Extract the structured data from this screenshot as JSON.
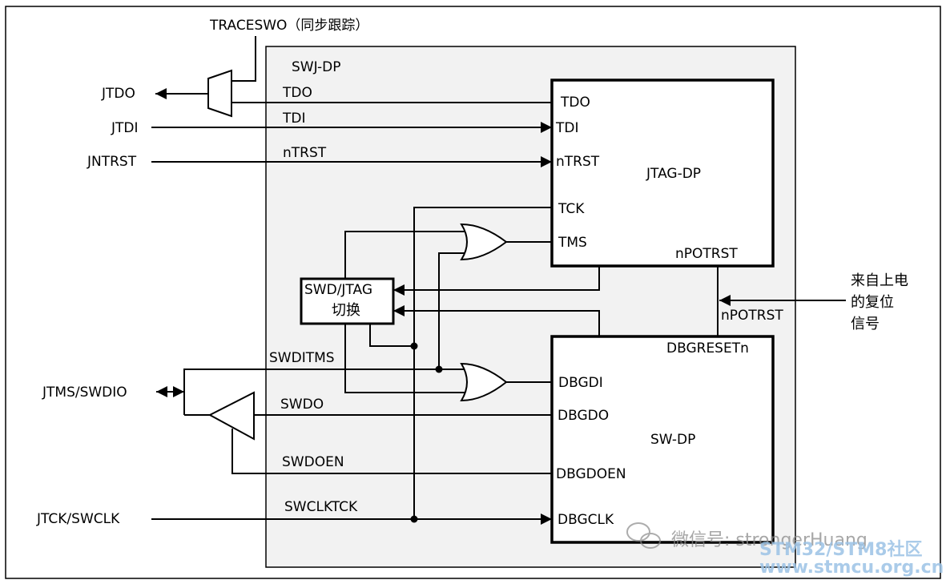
{
  "labels": {
    "traceswo": "TRACESWO（同步跟踪）",
    "swj_dp": "SWJ-DP",
    "jtdo": "JTDO",
    "jtdi": "JTDI",
    "jntrst": "JNTRST",
    "jtms_swdio": "JTMS/SWDIO",
    "jtck_swclk": "JTCK/SWCLK",
    "tdo_wire": "TDO",
    "tdi_wire": "TDI",
    "ntrst_wire": "nTRST",
    "swditms": "SWDITMS",
    "swdo": "SWDO",
    "swdoen": "SWDOEN",
    "swclktck": "SWCLKTCK",
    "jtag_dp": "JTAG-DP",
    "port_tdo": "TDO",
    "port_tdi": "TDI",
    "port_ntrst": "nTRST",
    "port_tck": "TCK",
    "port_tms": "TMS",
    "port_npotrst": "nPOTRST",
    "sw_dp": "SW-DP",
    "port_dbgreset": "DBGRESETn",
    "port_dbgdi": "DBGDI",
    "port_dbgdo": "DBGDO",
    "port_dbgdoen": "DBGDOEN",
    "port_dbgclk": "DBGCLK",
    "switch_line1": "SWD/JTAG",
    "switch_line2": "切换",
    "npotrst_ext": "nPOTRST",
    "poweron_line1": "来自上电",
    "poweron_line2": "的复位",
    "poweron_line3": "信号"
  },
  "watermark": {
    "wechat": "微信号: strongerHuang",
    "forum": "STM32/STM8社区",
    "url": "www.stmcu.org.cn"
  },
  "colors": {
    "swj_fill": "#f2f2f2",
    "line": "#000000",
    "watermark_blue": "#9cc3e6"
  }
}
